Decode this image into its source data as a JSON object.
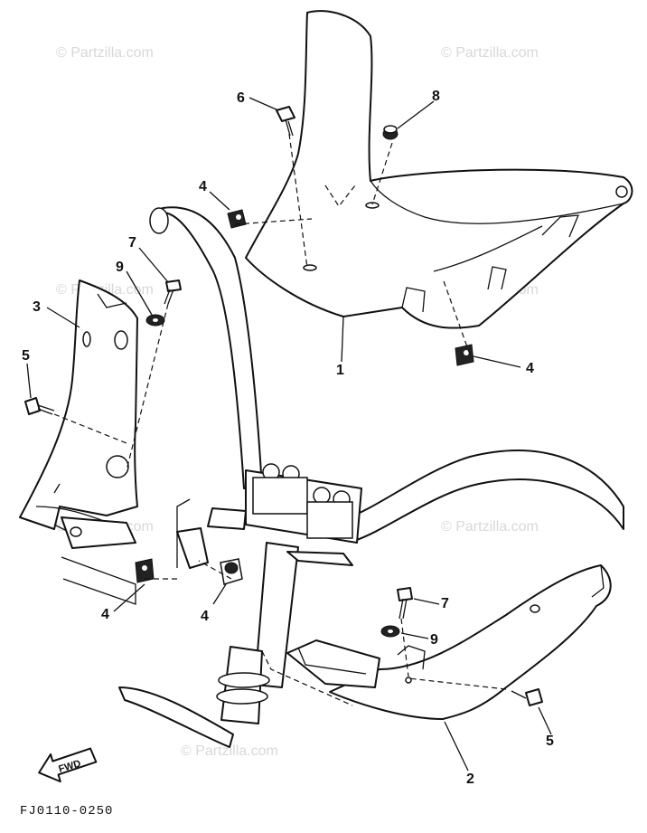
{
  "watermark": "© Partzilla.com",
  "diagram_code": "FJ0110-0250",
  "fwd_label": "FWD",
  "callouts": {
    "c1": "1",
    "c2": "2",
    "c3": "3",
    "c4a": "4",
    "c4b": "4",
    "c4c": "4",
    "c4d": "4",
    "c5a": "5",
    "c5b": "5",
    "c6": "6",
    "c7a": "7",
    "c7b": "7",
    "c8": "8",
    "c9a": "9",
    "c9b": "9"
  }
}
